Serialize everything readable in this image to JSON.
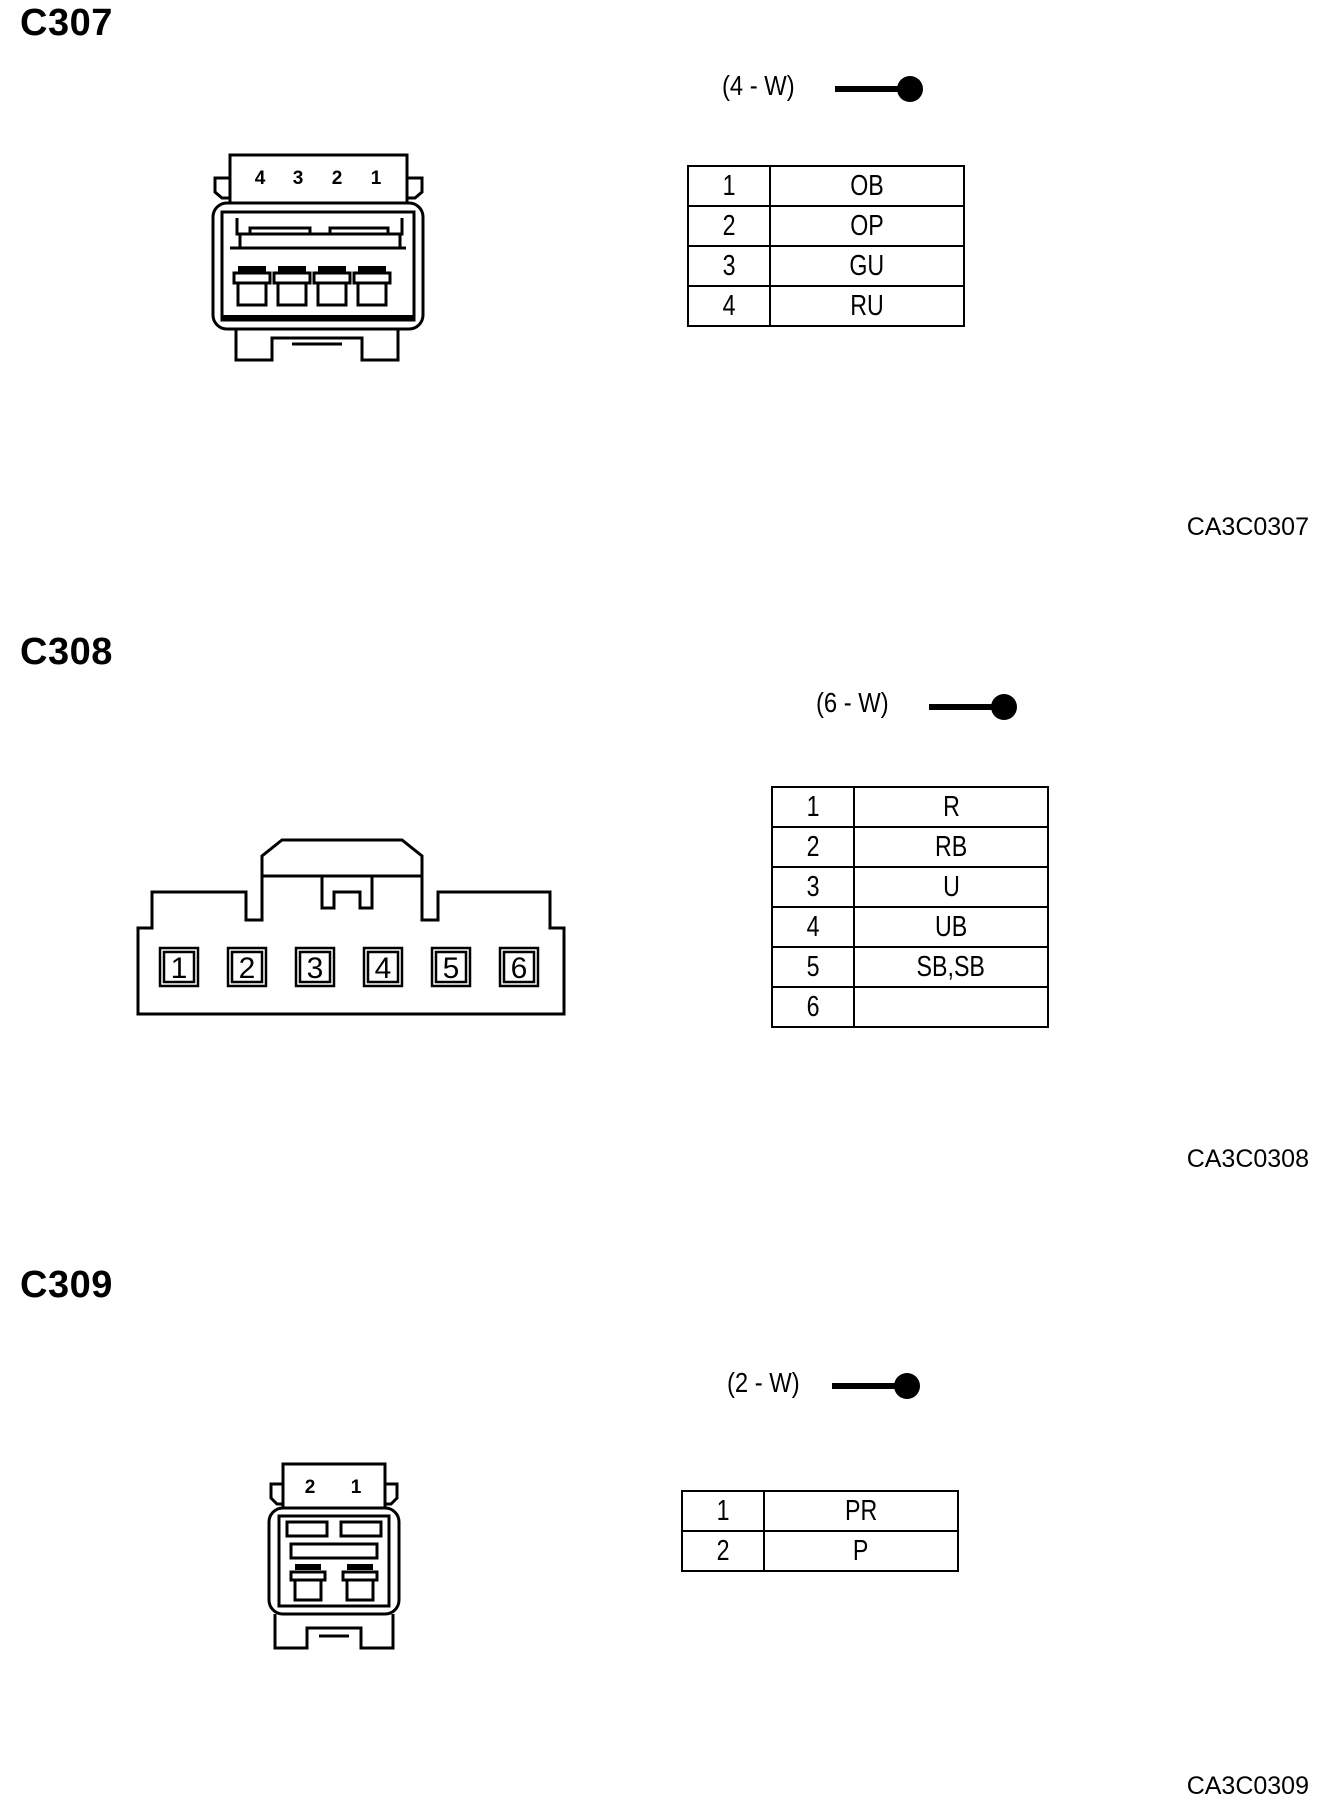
{
  "c307": {
    "title": "C307",
    "wire_label": "(4 - W)",
    "face_numbers": [
      "4",
      "3",
      "2",
      "1"
    ],
    "pins": [
      {
        "pin": "1",
        "color": "OB"
      },
      {
        "pin": "2",
        "color": "OP"
      },
      {
        "pin": "3",
        "color": "GU"
      },
      {
        "pin": "4",
        "color": "RU"
      }
    ],
    "drawing_id": "CA3C0307"
  },
  "c308": {
    "title": "C308",
    "wire_label": "(6 - W)",
    "face_numbers": [
      "1",
      "2",
      "3",
      "4",
      "5",
      "6"
    ],
    "pins": [
      {
        "pin": "1",
        "color": "R"
      },
      {
        "pin": "2",
        "color": "RB"
      },
      {
        "pin": "3",
        "color": "U"
      },
      {
        "pin": "4",
        "color": "UB"
      },
      {
        "pin": "5",
        "color": "SB,SB"
      },
      {
        "pin": "6",
        "color": ""
      }
    ],
    "drawing_id": "CA3C0308"
  },
  "c309": {
    "title": "C309",
    "wire_label": "(2 - W)",
    "face_numbers": [
      "2",
      "1"
    ],
    "pins": [
      {
        "pin": "1",
        "color": "PR"
      },
      {
        "pin": "2",
        "color": "P"
      }
    ],
    "drawing_id": "CA3C0309"
  }
}
